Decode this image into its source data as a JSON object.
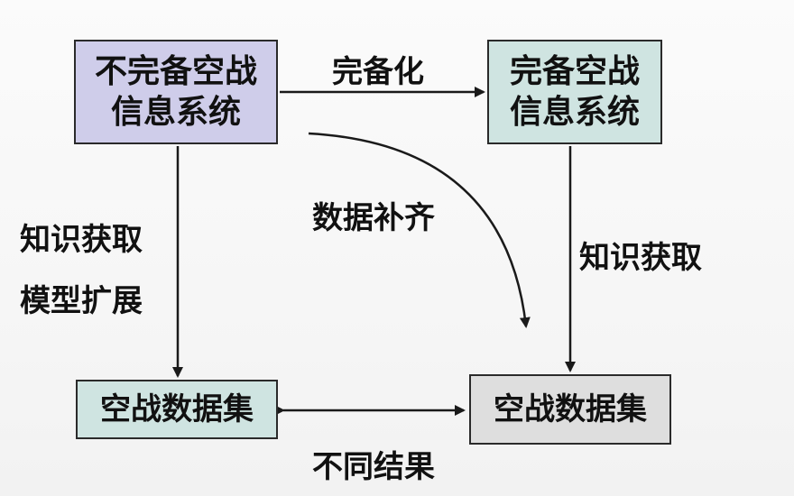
{
  "nodes": {
    "incomplete_system": [
      "不完备空战",
      "信息系统"
    ],
    "complete_system": [
      "完备空战",
      "信息系统"
    ],
    "dataset_left": "空战数据集",
    "dataset_right": "空战数据集"
  },
  "edge_labels": {
    "complete_ify": "完备化",
    "data_fill": "数据补齐",
    "knowledge_left": "知识获取",
    "model_extend": "模型扩展",
    "knowledge_right": "知识获取",
    "different_results": "不同结果"
  },
  "colors": {
    "incomplete_fill": "#cfcdea",
    "complete_fill": "#cfe4e1",
    "dataset_left_fill": "#cfe4e1",
    "dataset_right_fill": "#dedede",
    "stroke": "#2a2a2a"
  }
}
